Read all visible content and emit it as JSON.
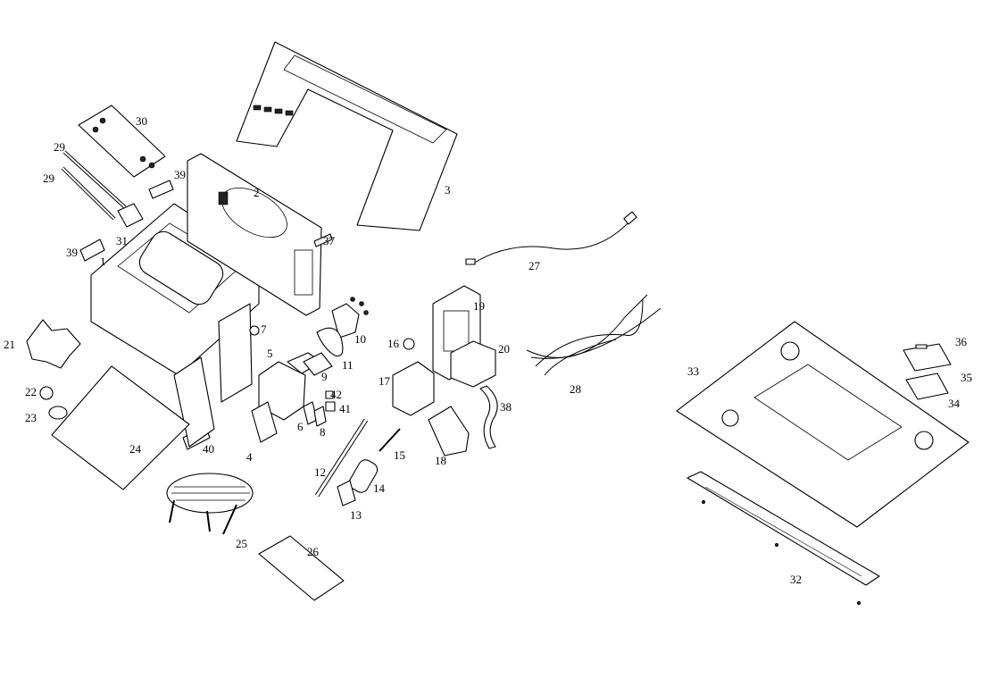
{
  "diagram": {
    "part_labels": [
      {
        "id": "1",
        "text": "1"
      },
      {
        "id": "2",
        "text": "2"
      },
      {
        "id": "3",
        "text": "3"
      },
      {
        "id": "4",
        "text": "4"
      },
      {
        "id": "5",
        "text": "5"
      },
      {
        "id": "6",
        "text": "6"
      },
      {
        "id": "7",
        "text": "7"
      },
      {
        "id": "8",
        "text": "8"
      },
      {
        "id": "9",
        "text": "9"
      },
      {
        "id": "10",
        "text": "10"
      },
      {
        "id": "11",
        "text": "11"
      },
      {
        "id": "12",
        "text": "12"
      },
      {
        "id": "13",
        "text": "13"
      },
      {
        "id": "14",
        "text": "14"
      },
      {
        "id": "15",
        "text": "15"
      },
      {
        "id": "16",
        "text": "16"
      },
      {
        "id": "17",
        "text": "17"
      },
      {
        "id": "18",
        "text": "18"
      },
      {
        "id": "19",
        "text": "19"
      },
      {
        "id": "20",
        "text": "20"
      },
      {
        "id": "21",
        "text": "21"
      },
      {
        "id": "22",
        "text": "22"
      },
      {
        "id": "23",
        "text": "23"
      },
      {
        "id": "24",
        "text": "24"
      },
      {
        "id": "25",
        "text": "25"
      },
      {
        "id": "26",
        "text": "26"
      },
      {
        "id": "27",
        "text": "27"
      },
      {
        "id": "28",
        "text": "28"
      },
      {
        "id": "29a",
        "text": "29"
      },
      {
        "id": "29b",
        "text": "29"
      },
      {
        "id": "30",
        "text": "30"
      },
      {
        "id": "31",
        "text": "31"
      },
      {
        "id": "32",
        "text": "32"
      },
      {
        "id": "33",
        "text": "33"
      },
      {
        "id": "34",
        "text": "34"
      },
      {
        "id": "35",
        "text": "35"
      },
      {
        "id": "36",
        "text": "36"
      },
      {
        "id": "37",
        "text": "37"
      },
      {
        "id": "38",
        "text": "38"
      },
      {
        "id": "39a",
        "text": "39"
      },
      {
        "id": "39b",
        "text": "39"
      },
      {
        "id": "40",
        "text": "40"
      },
      {
        "id": "41",
        "text": "41"
      },
      {
        "id": "42",
        "text": "42"
      }
    ]
  }
}
